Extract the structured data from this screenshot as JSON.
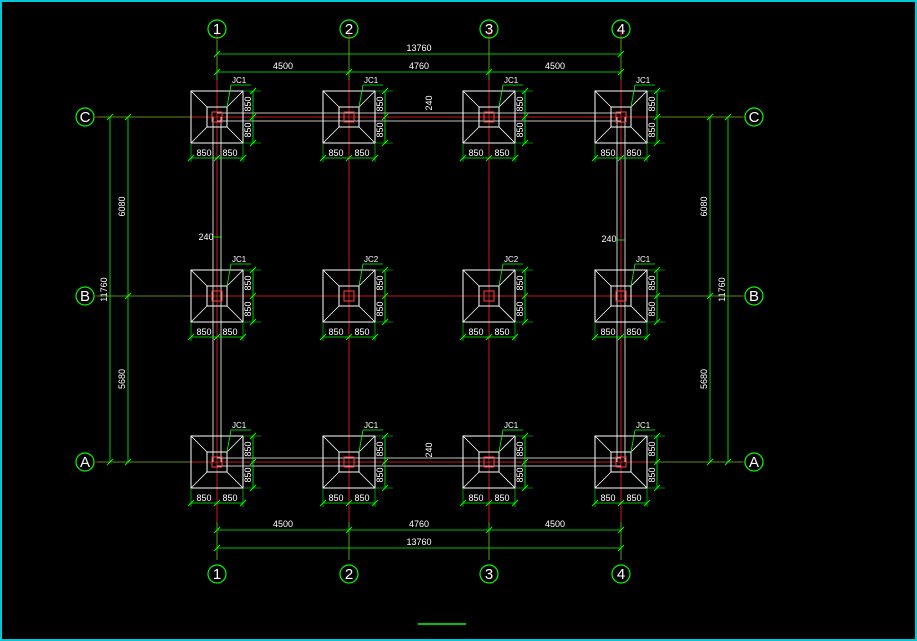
{
  "colors": {
    "background": "#000000",
    "frame": "#00c8d8",
    "dimension": "#00ff00",
    "axis": "#ff2020",
    "footing": "#ffffff",
    "beam": "#ff4040",
    "text": "#ffffff"
  },
  "grid": {
    "columns": [
      {
        "label": "1"
      },
      {
        "label": "2"
      },
      {
        "label": "3"
      },
      {
        "label": "4"
      }
    ],
    "rows": [
      {
        "label": "C"
      },
      {
        "label": "B"
      },
      {
        "label": "A"
      }
    ]
  },
  "dimensions": {
    "top_total": "13760",
    "top_spans": [
      "4500",
      "4760",
      "4500"
    ],
    "bottom_total": "13760",
    "bottom_spans": [
      "4500",
      "4760",
      "4500"
    ],
    "left_total": "11760",
    "left_spans": [
      "6080",
      "5680"
    ],
    "right_total": "11760",
    "right_spans": [
      "6080",
      "5680"
    ],
    "footing_half": "850",
    "beam_width": "240"
  },
  "footings": [
    [
      "JC1",
      "JC1",
      "JC1",
      "JC1"
    ],
    [
      "JC1",
      "JC2",
      "JC2",
      "JC1"
    ],
    [
      "JC1",
      "JC1",
      "JC1",
      "JC1"
    ]
  ]
}
